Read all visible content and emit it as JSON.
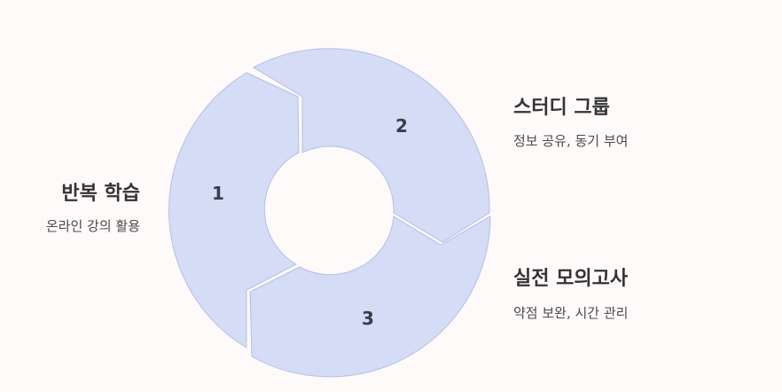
{
  "stages": [
    {
      "number": "1",
      "title": "반복 학습",
      "description": "온라인 강의 활용"
    },
    {
      "number": "2",
      "title": "스터디 그룹",
      "description": "정보 공유, 동기 부여"
    },
    {
      "number": "3",
      "title": "실전 모의고사",
      "description": "약점 보완, 시간 관리"
    }
  ],
  "colors": {
    "background": "#fffafa",
    "segment_fill": "#d4dcf6",
    "segment_stroke": "#b4bfe6",
    "text": "#333333"
  }
}
